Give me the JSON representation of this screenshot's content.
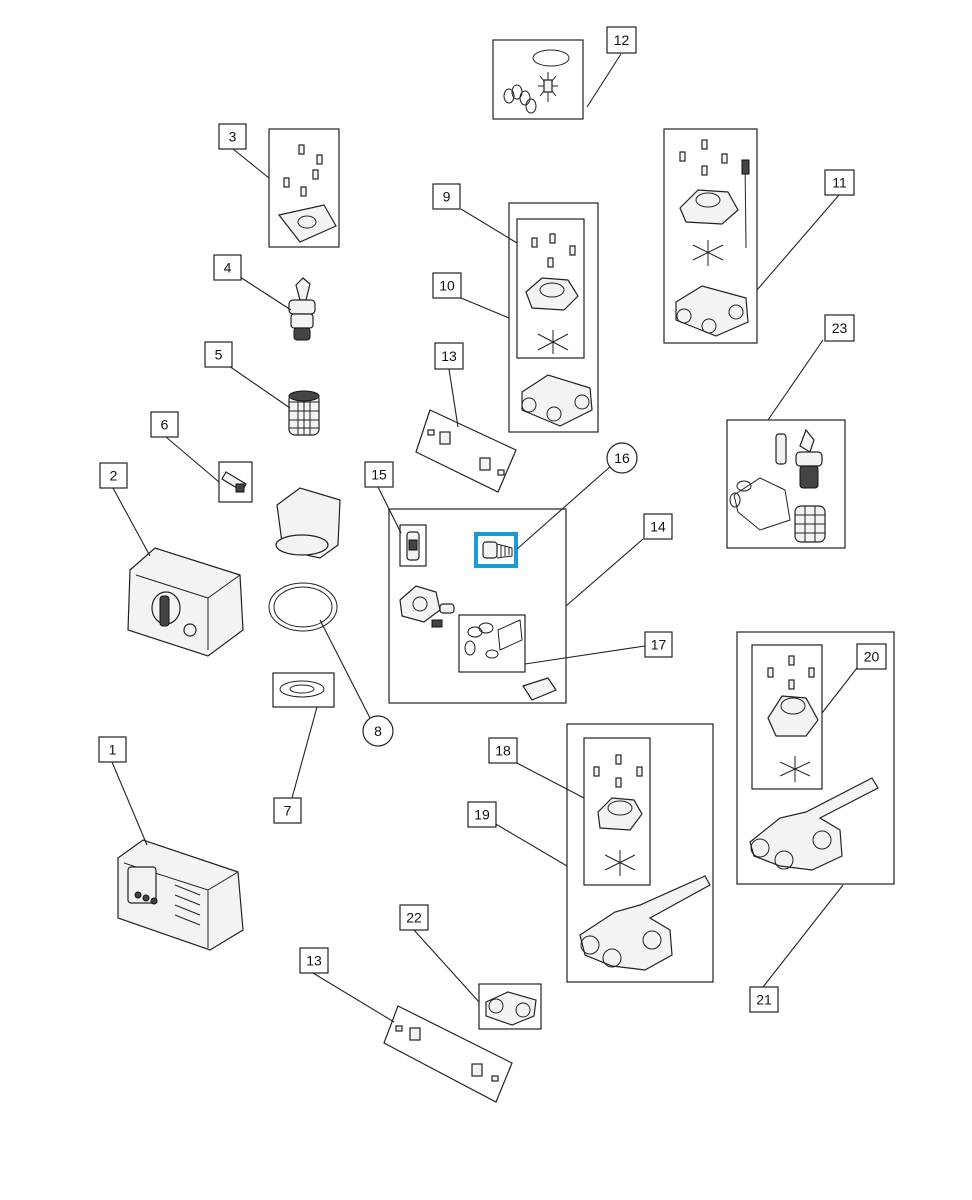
{
  "callouts": [
    {
      "id": "c1",
      "label": "1"
    },
    {
      "id": "c2",
      "label": "2"
    },
    {
      "id": "c3",
      "label": "3"
    },
    {
      "id": "c4",
      "label": "4"
    },
    {
      "id": "c5",
      "label": "5"
    },
    {
      "id": "c6",
      "label": "6"
    },
    {
      "id": "c7",
      "label": "7"
    },
    {
      "id": "c8",
      "label": "8"
    },
    {
      "id": "c9",
      "label": "9"
    },
    {
      "id": "c10",
      "label": "10"
    },
    {
      "id": "c11",
      "label": "11"
    },
    {
      "id": "c12",
      "label": "12"
    },
    {
      "id": "c13a",
      "label": "13"
    },
    {
      "id": "c13b",
      "label": "13"
    },
    {
      "id": "c14",
      "label": "14"
    },
    {
      "id": "c15",
      "label": "15"
    },
    {
      "id": "c16",
      "label": "16"
    },
    {
      "id": "c17",
      "label": "17"
    },
    {
      "id": "c18",
      "label": "18"
    },
    {
      "id": "c19",
      "label": "19"
    },
    {
      "id": "c20",
      "label": "20"
    },
    {
      "id": "c21",
      "label": "21"
    },
    {
      "id": "c22",
      "label": "22"
    },
    {
      "id": "c23",
      "label": "23"
    }
  ],
  "highlight_color": "#1a9ad6"
}
